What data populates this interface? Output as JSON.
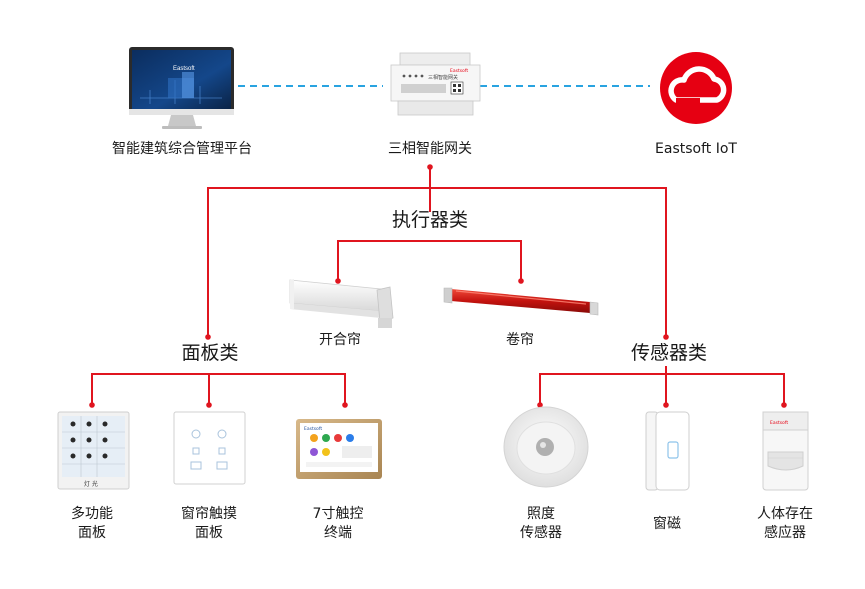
{
  "colors": {
    "connector": "#e0151f",
    "dashed_link": "#29a3e0",
    "brand_red": "#e60012",
    "text": "#1a1a1a"
  },
  "top": {
    "platform": {
      "label": "智能建筑综合管理平台",
      "screen_brand": "Eastsoft",
      "icon": "monitor-icon"
    },
    "gateway": {
      "label": "三相智能网关",
      "device_text": "三相智能网关",
      "brand": "Eastsoft",
      "icon": "gateway-device-icon"
    },
    "cloud": {
      "label": "Eastsoft IoT",
      "icon": "cloud-icon"
    }
  },
  "actuators": {
    "title": "执行器类",
    "items": [
      {
        "label": "开合帘",
        "icon": "curtain-track-icon"
      },
      {
        "label": "卷帘",
        "icon": "roller-blind-icon"
      }
    ]
  },
  "panels": {
    "title": "面板类",
    "items": [
      {
        "label_line1": "多功能",
        "label_line2": "面板",
        "icon": "multifunction-panel-icon",
        "device_text": "灯 光"
      },
      {
        "label_line1": "窗帘触摸",
        "label_line2": "面板",
        "icon": "curtain-touch-panel-icon"
      },
      {
        "label_line1": "7寸触控",
        "label_line2": "终端",
        "icon": "touch-terminal-icon",
        "brand": "Eastsoft"
      }
    ]
  },
  "sensors": {
    "title": "传感器类",
    "items": [
      {
        "label_line1": "照度",
        "label_line2": "传感器",
        "icon": "light-sensor-icon"
      },
      {
        "label_line1": "窗磁",
        "label_line2": "",
        "icon": "window-magnet-icon"
      },
      {
        "label_line1": "人体存在",
        "label_line2": "感应器",
        "icon": "presence-sensor-icon",
        "brand": "Eastsoft"
      }
    ]
  }
}
